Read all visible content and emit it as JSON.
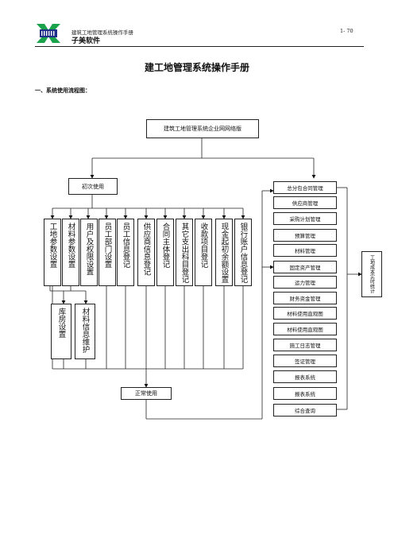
{
  "header": {
    "doc_title": "建筑工地管理系统操作手册",
    "page": "1-  70",
    "brand": "子美软件"
  },
  "title": "建工地管理系统操作手册",
  "section": "一、系统使用流程图：",
  "flow": {
    "top_box": "建筑工地管理系统企业网网络版",
    "first_use": "初次使用",
    "normal_use": "正常使用",
    "setup_items": [
      "工地参数设置",
      "材料参数设置",
      "用户及权限设置",
      "员工部门设置",
      "员工信息登记",
      "供应商信息登记",
      "合同主体登记",
      "其它支出科目登记",
      "收款项目登记",
      "现金起初余额设置",
      "银行账户信息登记"
    ],
    "sub_items": [
      "库房设置",
      "材料信息维护"
    ],
    "modules": [
      "总分包合同管理",
      "供应商管理",
      "采购计划管理",
      "预算管理",
      "材料管理",
      "固定资产管理",
      "运力管理",
      "财务资金管理",
      "材料使用直观图",
      "材料使用直观图",
      "施工日志管理",
      "签证管理",
      "报表系统",
      "报表系统",
      "综合查询"
    ],
    "side_box": "工地成本实时统计"
  }
}
